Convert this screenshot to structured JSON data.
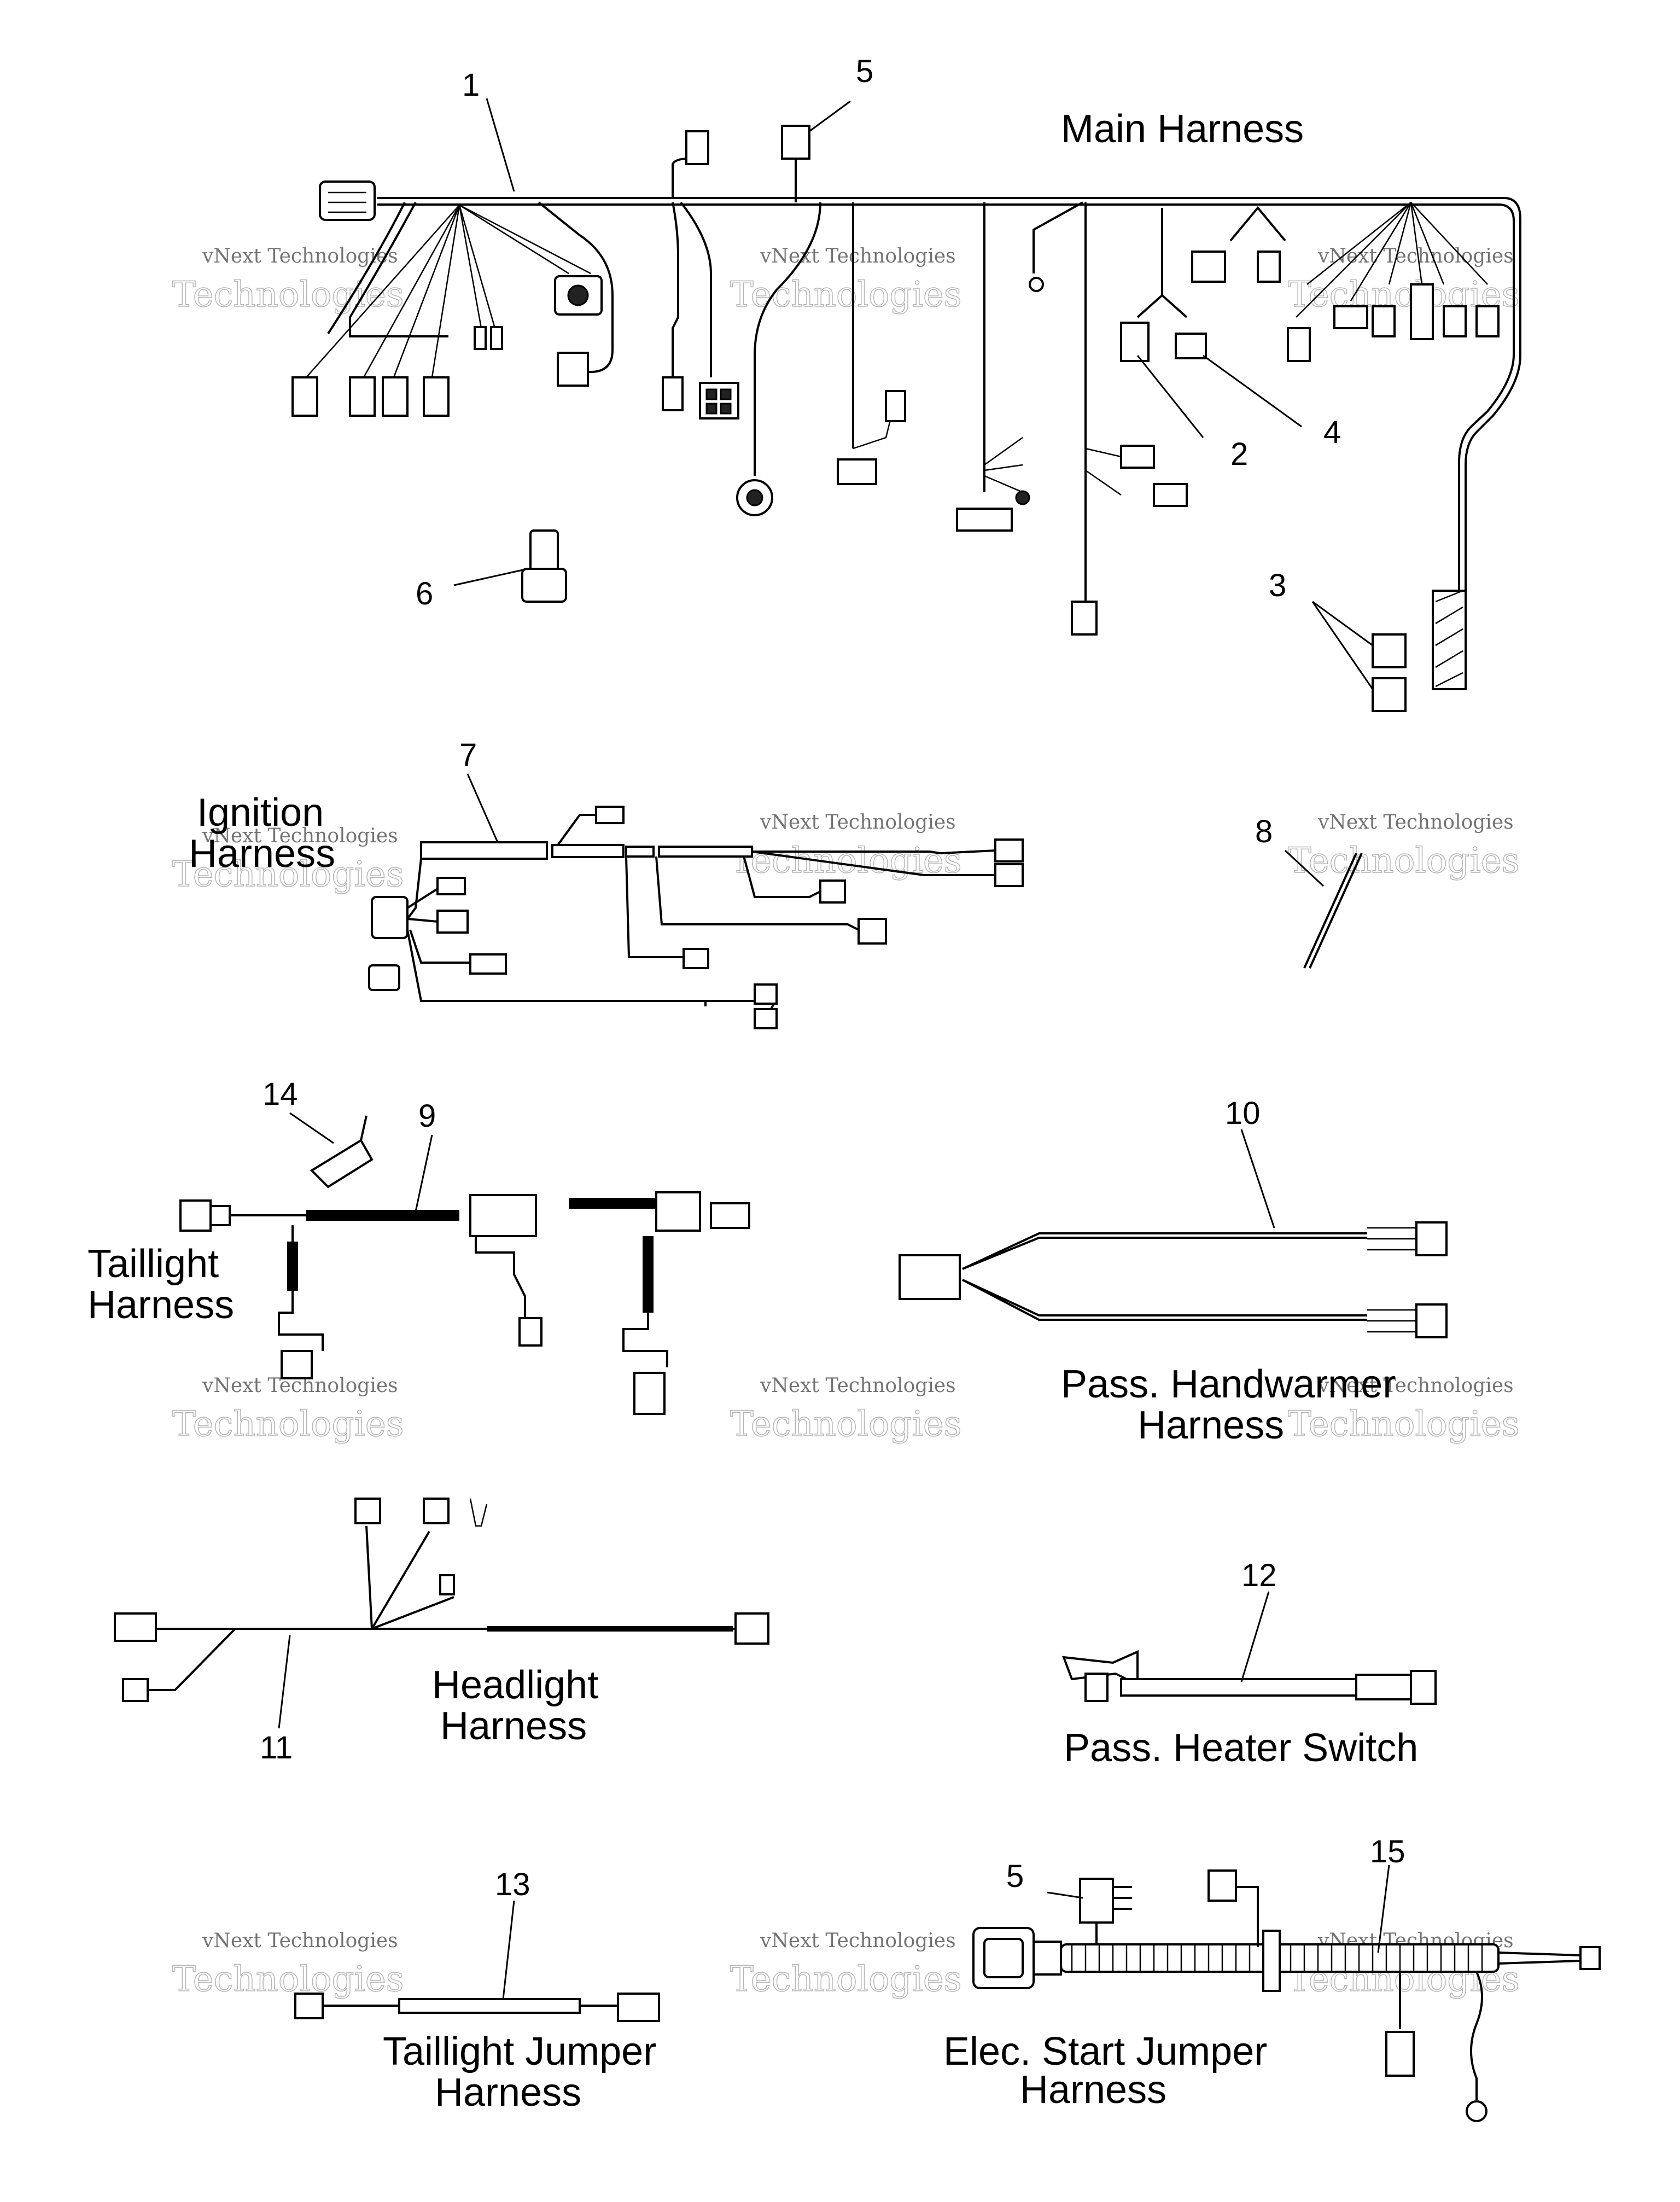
{
  "titles": {
    "main": "Main Harness",
    "ignition_1": "Ignition",
    "ignition_2": "Harness",
    "taillight_1": "Taillight",
    "taillight_2": "Harness",
    "handwarmer_1": "Pass. Handwarmer",
    "handwarmer_2": "Harness",
    "headlight_1": "Headlight",
    "headlight_2": "Harness",
    "heater_switch": "Pass. Heater Switch",
    "taillight_jumper_1": "Taillight Jumper",
    "taillight_jumper_2": "Harness",
    "elec_start_1": "Elec. Start Jumper",
    "elec_start_2": "Harness"
  },
  "callouts": {
    "c1": "1",
    "c2": "2",
    "c3": "3",
    "c4": "4",
    "c5a": "5",
    "c6": "6",
    "c7": "7",
    "c8": "8",
    "c9": "9",
    "c10": "10",
    "c11": "11",
    "c12": "12",
    "c13": "13",
    "c14": "14",
    "c5b": "5",
    "c15": "15"
  },
  "watermark": {
    "line1": "vNext Technologies",
    "line2": "Technologies"
  }
}
